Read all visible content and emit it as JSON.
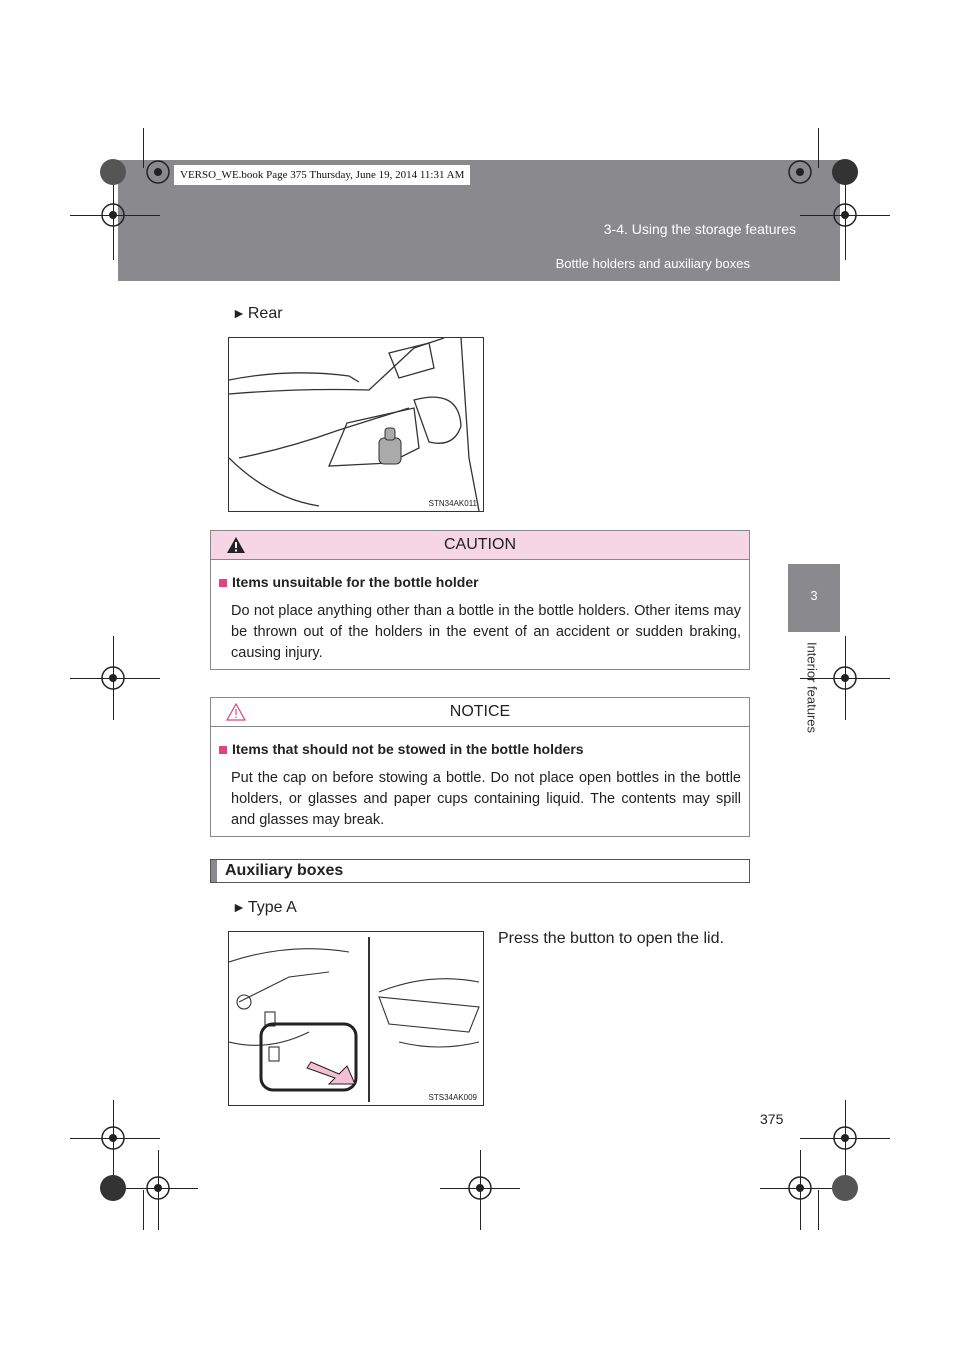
{
  "header": {
    "book_stamp": "VERSO_WE.book  Page 375  Thursday, June 19, 2014  11:31 AM",
    "chapter_title": "3-4. Using the storage features",
    "section_title": "Bottle holders and auxiliary boxes"
  },
  "side_tab": {
    "number": "3",
    "label": "Interior features"
  },
  "rear": {
    "label": "Rear",
    "figure_code": "STN34AK011"
  },
  "caution": {
    "title": "CAUTION",
    "heading": "Items unsuitable for the bottle holder",
    "text": "Do not place anything other than a bottle in the bottle holders. Other items may be thrown out of the holders in the event of an accident or sudden braking, causing injury."
  },
  "notice": {
    "title": "NOTICE",
    "heading": "Items that should not be stowed in the bottle holders",
    "text": "Put the cap on before stowing a bottle. Do not place open bottles in the bottle holders, or glasses and paper cups containing liquid. The contents may spill and glasses may break."
  },
  "aux": {
    "heading": "Auxiliary boxes",
    "type_label": "Type A",
    "instruction": "Press the button to open the lid.",
    "figure_code": "STS34AK009"
  },
  "page_number": "375",
  "colors": {
    "header_gray": "#8a8a8e",
    "caution_pink": "#f6d6e4",
    "bullet": "#e0437f"
  }
}
